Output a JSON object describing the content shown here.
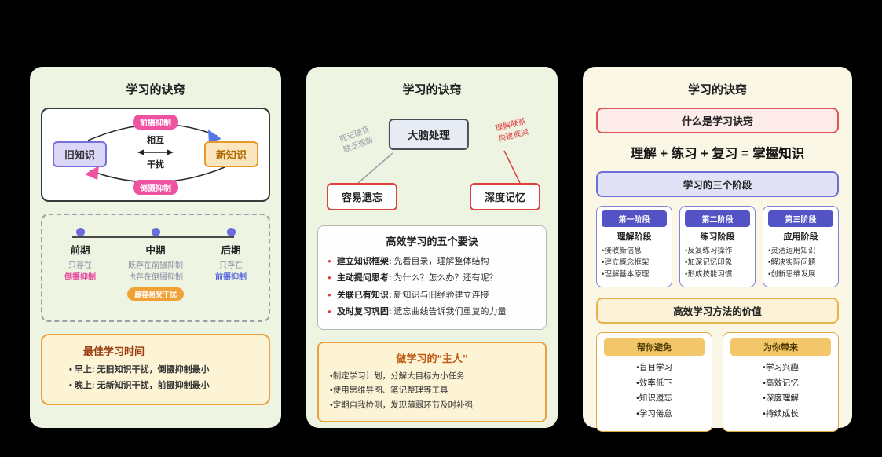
{
  "colors": {
    "card_green": "#edf5e2",
    "card_cream": "#fbf7e6",
    "pink_badge": "#f052a2",
    "purple_dot": "#6b6bdb",
    "purple_stage": "#5353c6",
    "orange_border": "#e9a23b",
    "orange_badge": "#f0a236",
    "amber_header": "#f3c769",
    "red_border": "#e05555",
    "blue_arrow": "#5577e8"
  },
  "panel1": {
    "title": "学习的诀窍",
    "diagram": {
      "old_knowledge": "旧知识",
      "new_knowledge": "新知识",
      "mutual": "相互",
      "interfere": "干扰",
      "top_badge": "前摄抑制",
      "bottom_badge": "倒摄抑制"
    },
    "timeline": {
      "phases": [
        {
          "label": "前期",
          "line1": "只存在",
          "line2": "倒摄抑制"
        },
        {
          "label": "中期",
          "line1": "既存在前摄抑制",
          "line2": "也存在倒摄抑制",
          "badge": "最容易受干扰"
        },
        {
          "label": "后期",
          "line1": "只存在",
          "line2": "前摄抑制"
        }
      ]
    },
    "best_time": {
      "title": "最佳学习时间",
      "items": [
        "早上: 无旧知识干扰，倒摄抑制最小",
        "晚上: 无新知识干扰，前摄抑制最小"
      ]
    }
  },
  "panel2": {
    "title": "学习的诀窍",
    "brain_box": "大脑处理",
    "left_note": {
      "line1": "死记硬背",
      "line2": "缺乏理解"
    },
    "right_note": {
      "line1": "理解联系",
      "line2": "构建框架"
    },
    "forget_box": "容易遗忘",
    "deep_box": "深度记忆",
    "five_keys": {
      "title": "高效学习的五个要诀",
      "items": [
        {
          "label": "建立知识框架:",
          "text": "先看目录，理解整体结构"
        },
        {
          "label": "主动提问思考:",
          "text": "为什么？怎么办？还有呢？"
        },
        {
          "label": "关联已有知识:",
          "text": "新知识与旧经验建立连接"
        },
        {
          "label": "及时复习巩固:",
          "text": "遗忘曲线告诉我们重复的力量"
        }
      ]
    },
    "master": {
      "title": "做学习的“主人”",
      "items": [
        "制定学习计划，分解大目标为小任务",
        "使用思维导图、笔记整理等工具",
        "定期自我检测，发现薄弱环节及时补强"
      ]
    }
  },
  "panel3": {
    "title": "学习的诀窍",
    "what_is": "什么是学习诀窍",
    "formula": "理解 + 练习 + 复习 = 掌握知识",
    "stages_header": "学习的三个阶段",
    "stages": [
      {
        "badge": "第一阶段",
        "name": "理解阶段",
        "items": [
          "接收新信息",
          "建立概念框架",
          "理解基本原理"
        ]
      },
      {
        "badge": "第二阶段",
        "name": "练习阶段",
        "items": [
          "反复练习操作",
          "加深记忆印象",
          "形成技能习惯"
        ]
      },
      {
        "badge": "第三阶段",
        "name": "应用阶段",
        "items": [
          "灵活运用知识",
          "解决实际问题",
          "创新思维发展"
        ]
      }
    ],
    "value_header": "高效学习方法的价值",
    "value_columns": [
      {
        "header": "帮你避免",
        "items": [
          "盲目学习",
          "效率低下",
          "知识遗忘",
          "学习倦怠"
        ]
      },
      {
        "header": "为你带来",
        "items": [
          "学习兴趣",
          "高效记忆",
          "深度理解",
          "持续成长"
        ]
      }
    ]
  }
}
